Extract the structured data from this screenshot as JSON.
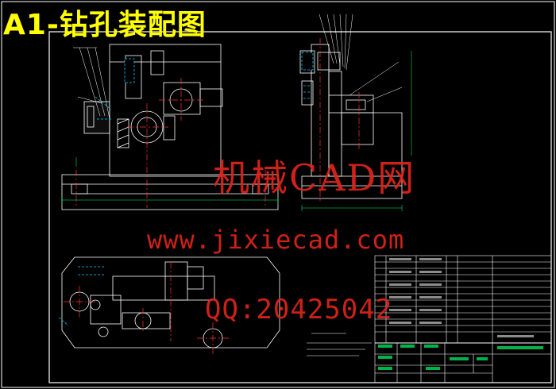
{
  "title": "A1-钻孔装配图",
  "watermark": {
    "line1": "机械CAD网",
    "line2": "www.jixiecad.com",
    "line3": "QQ:20425042"
  },
  "colors": {
    "background": "#000000",
    "title": "#ffff00",
    "watermark": "#e0241b",
    "linework": "#ffffff",
    "center_lines": "#ff3030",
    "hidden": "#00c8ff",
    "dimension": "#00ff66",
    "leader": "#3d6cff"
  }
}
